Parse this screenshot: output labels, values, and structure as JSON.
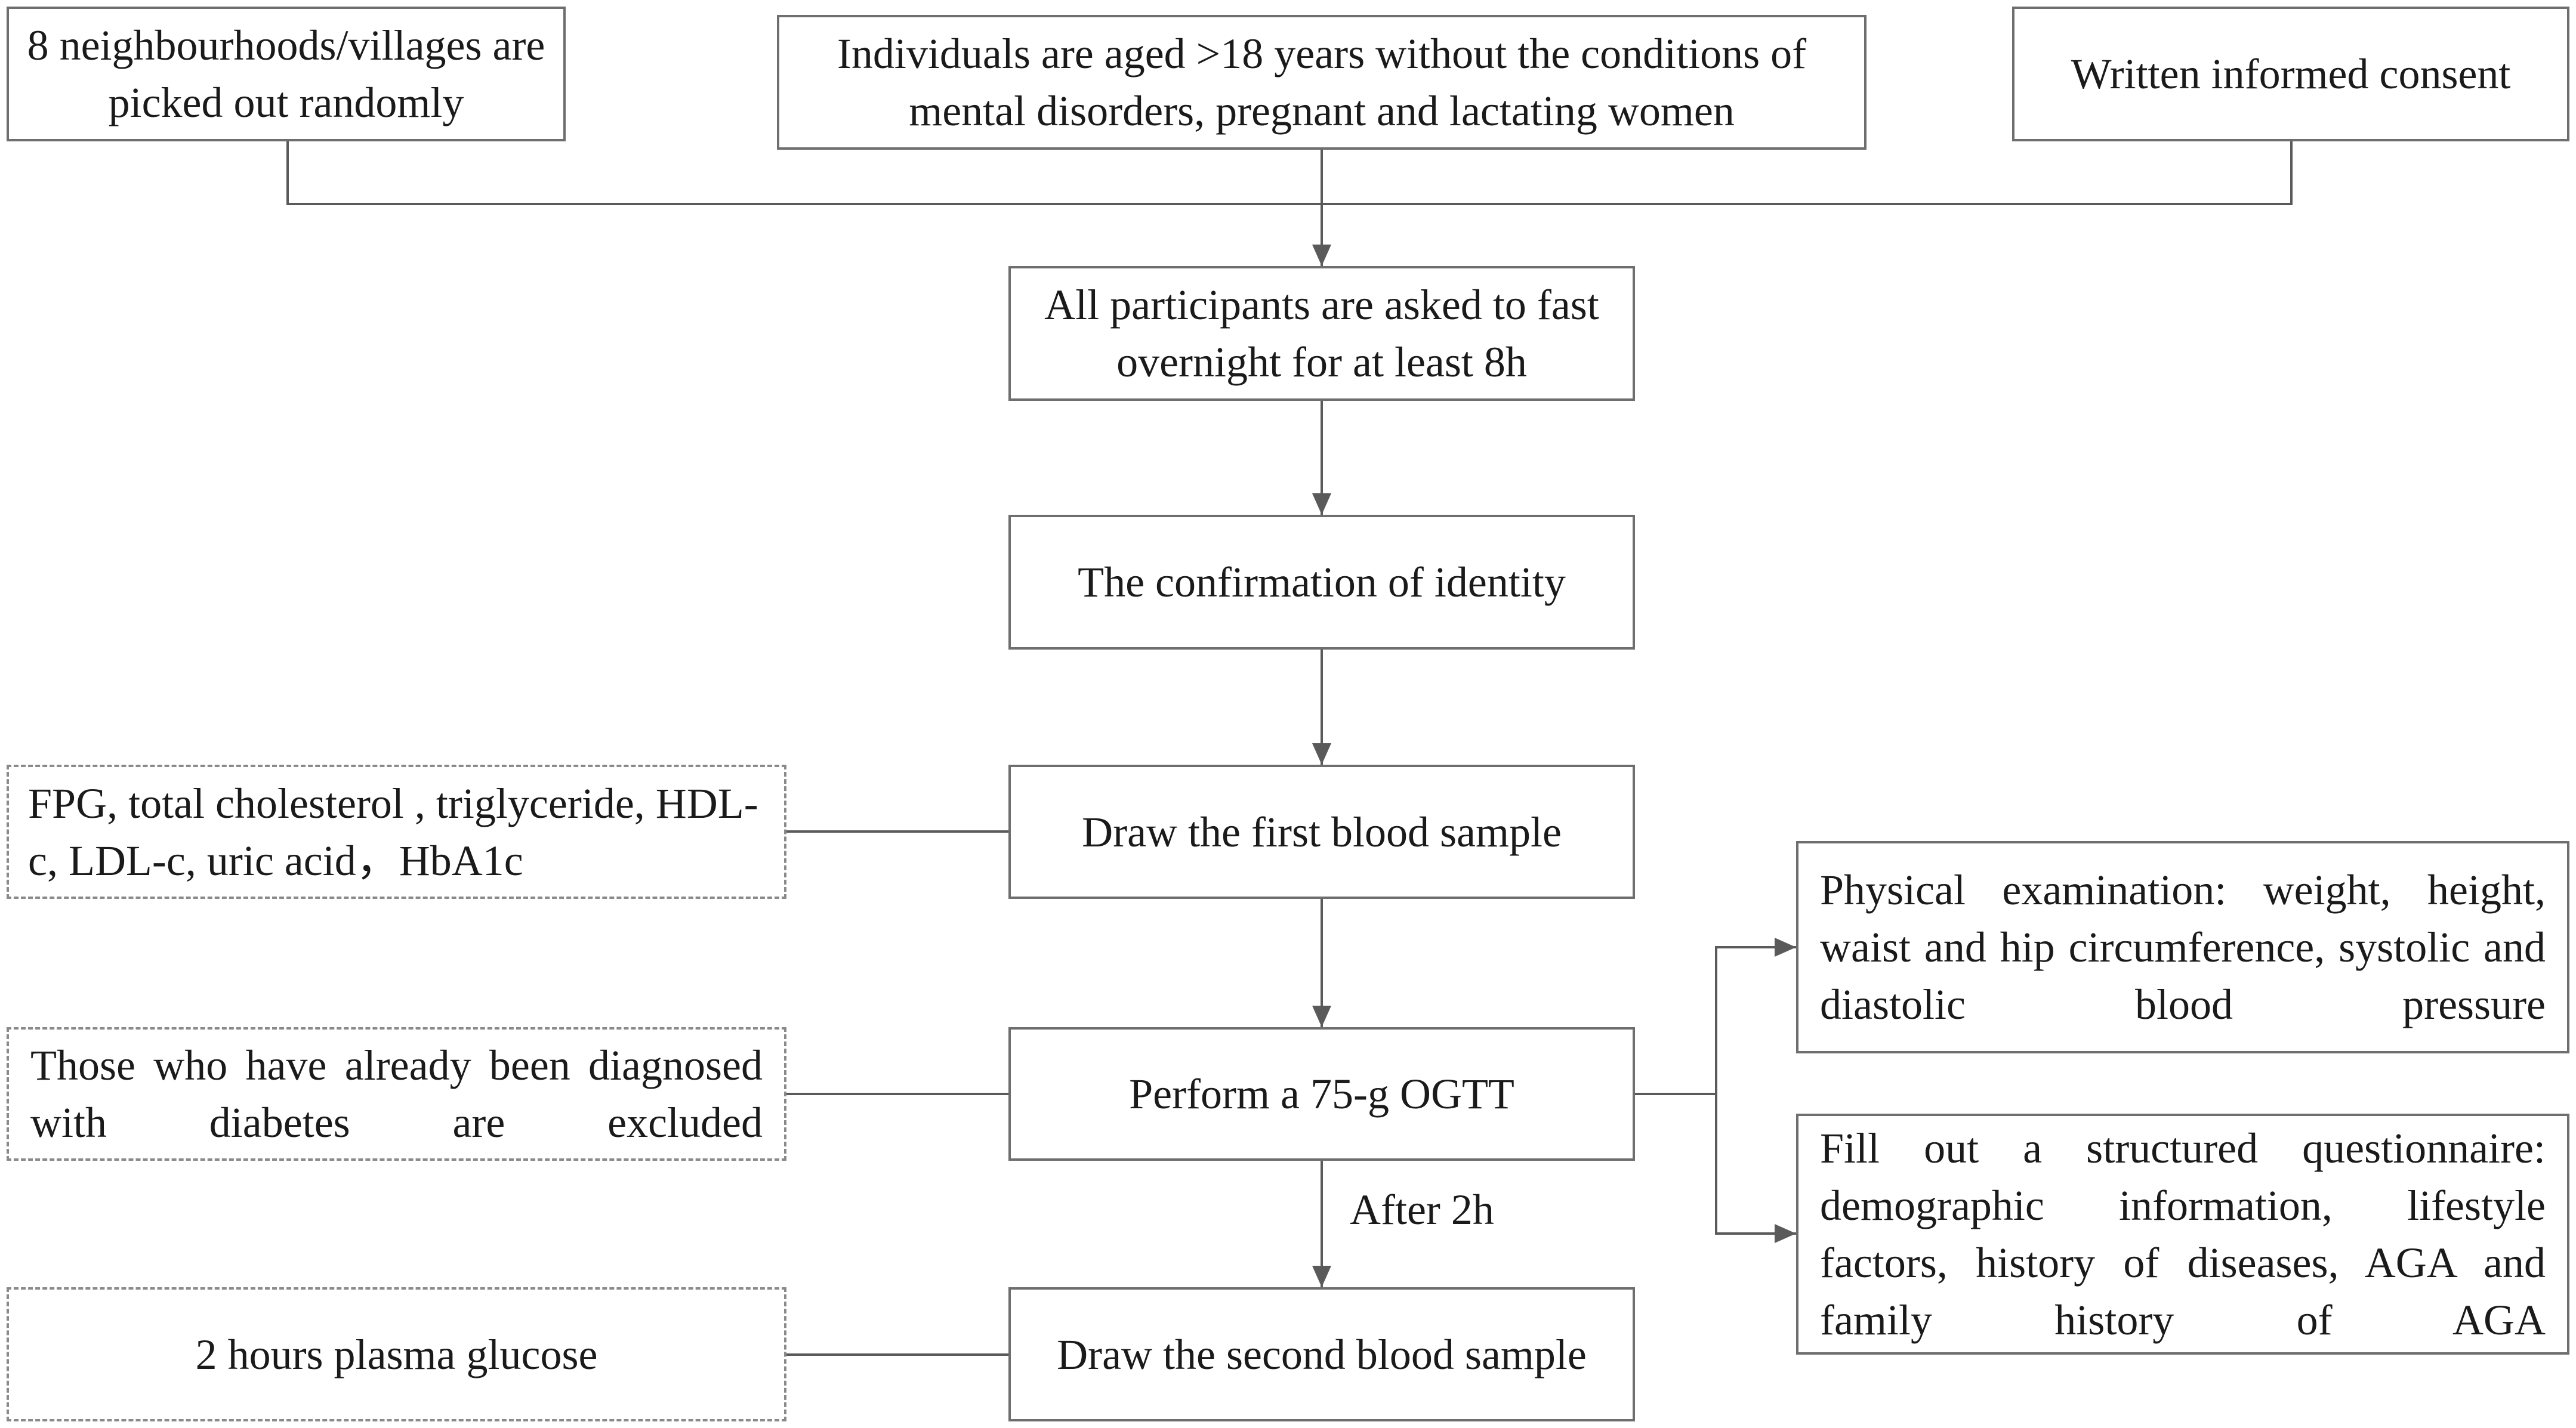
{
  "diagram": {
    "nodes": {
      "villages": "8 neighbourhoods/villages are picked out randomly",
      "individuals": "Individuals are aged >18 years without the conditions of mental disorders, pregnant and lactating women",
      "consent": "Written informed consent",
      "fast": "All participants are asked to fast overnight for at least 8h",
      "identity": "The confirmation of identity",
      "first_blood": "Draw the first blood sample",
      "first_tests": "FPG, total cholesterol , triglyceride, HDL-c, LDL-c, uric acid，HbA1c",
      "ogtt": "Perform a 75-g OGTT",
      "excluded": "Those who have already been diagnosed with diabetes are excluded",
      "physical": "Physical examination: weight, height, waist and hip circumference, systolic and diastolic blood pressure",
      "questionnaire": "Fill out a  structured questionnaire: demographic information, lifestyle factors, history of diseases, AGA and family history of AGA",
      "second_blood": "Draw the second  blood sample",
      "glucose": "2 hours plasma glucose"
    },
    "edge_labels": {
      "after_2h": "After 2h"
    },
    "edges": [
      [
        "villages",
        "fast"
      ],
      [
        "individuals",
        "fast"
      ],
      [
        "consent",
        "fast"
      ],
      [
        "fast",
        "identity"
      ],
      [
        "identity",
        "first_blood"
      ],
      [
        "first_blood",
        "ogtt"
      ],
      [
        "ogtt",
        "second_blood"
      ],
      [
        "ogtt",
        "physical"
      ],
      [
        "ogtt",
        "questionnaire"
      ],
      [
        "first_tests",
        "first_blood"
      ],
      [
        "excluded",
        "ogtt"
      ],
      [
        "glucose",
        "second_blood"
      ]
    ]
  }
}
